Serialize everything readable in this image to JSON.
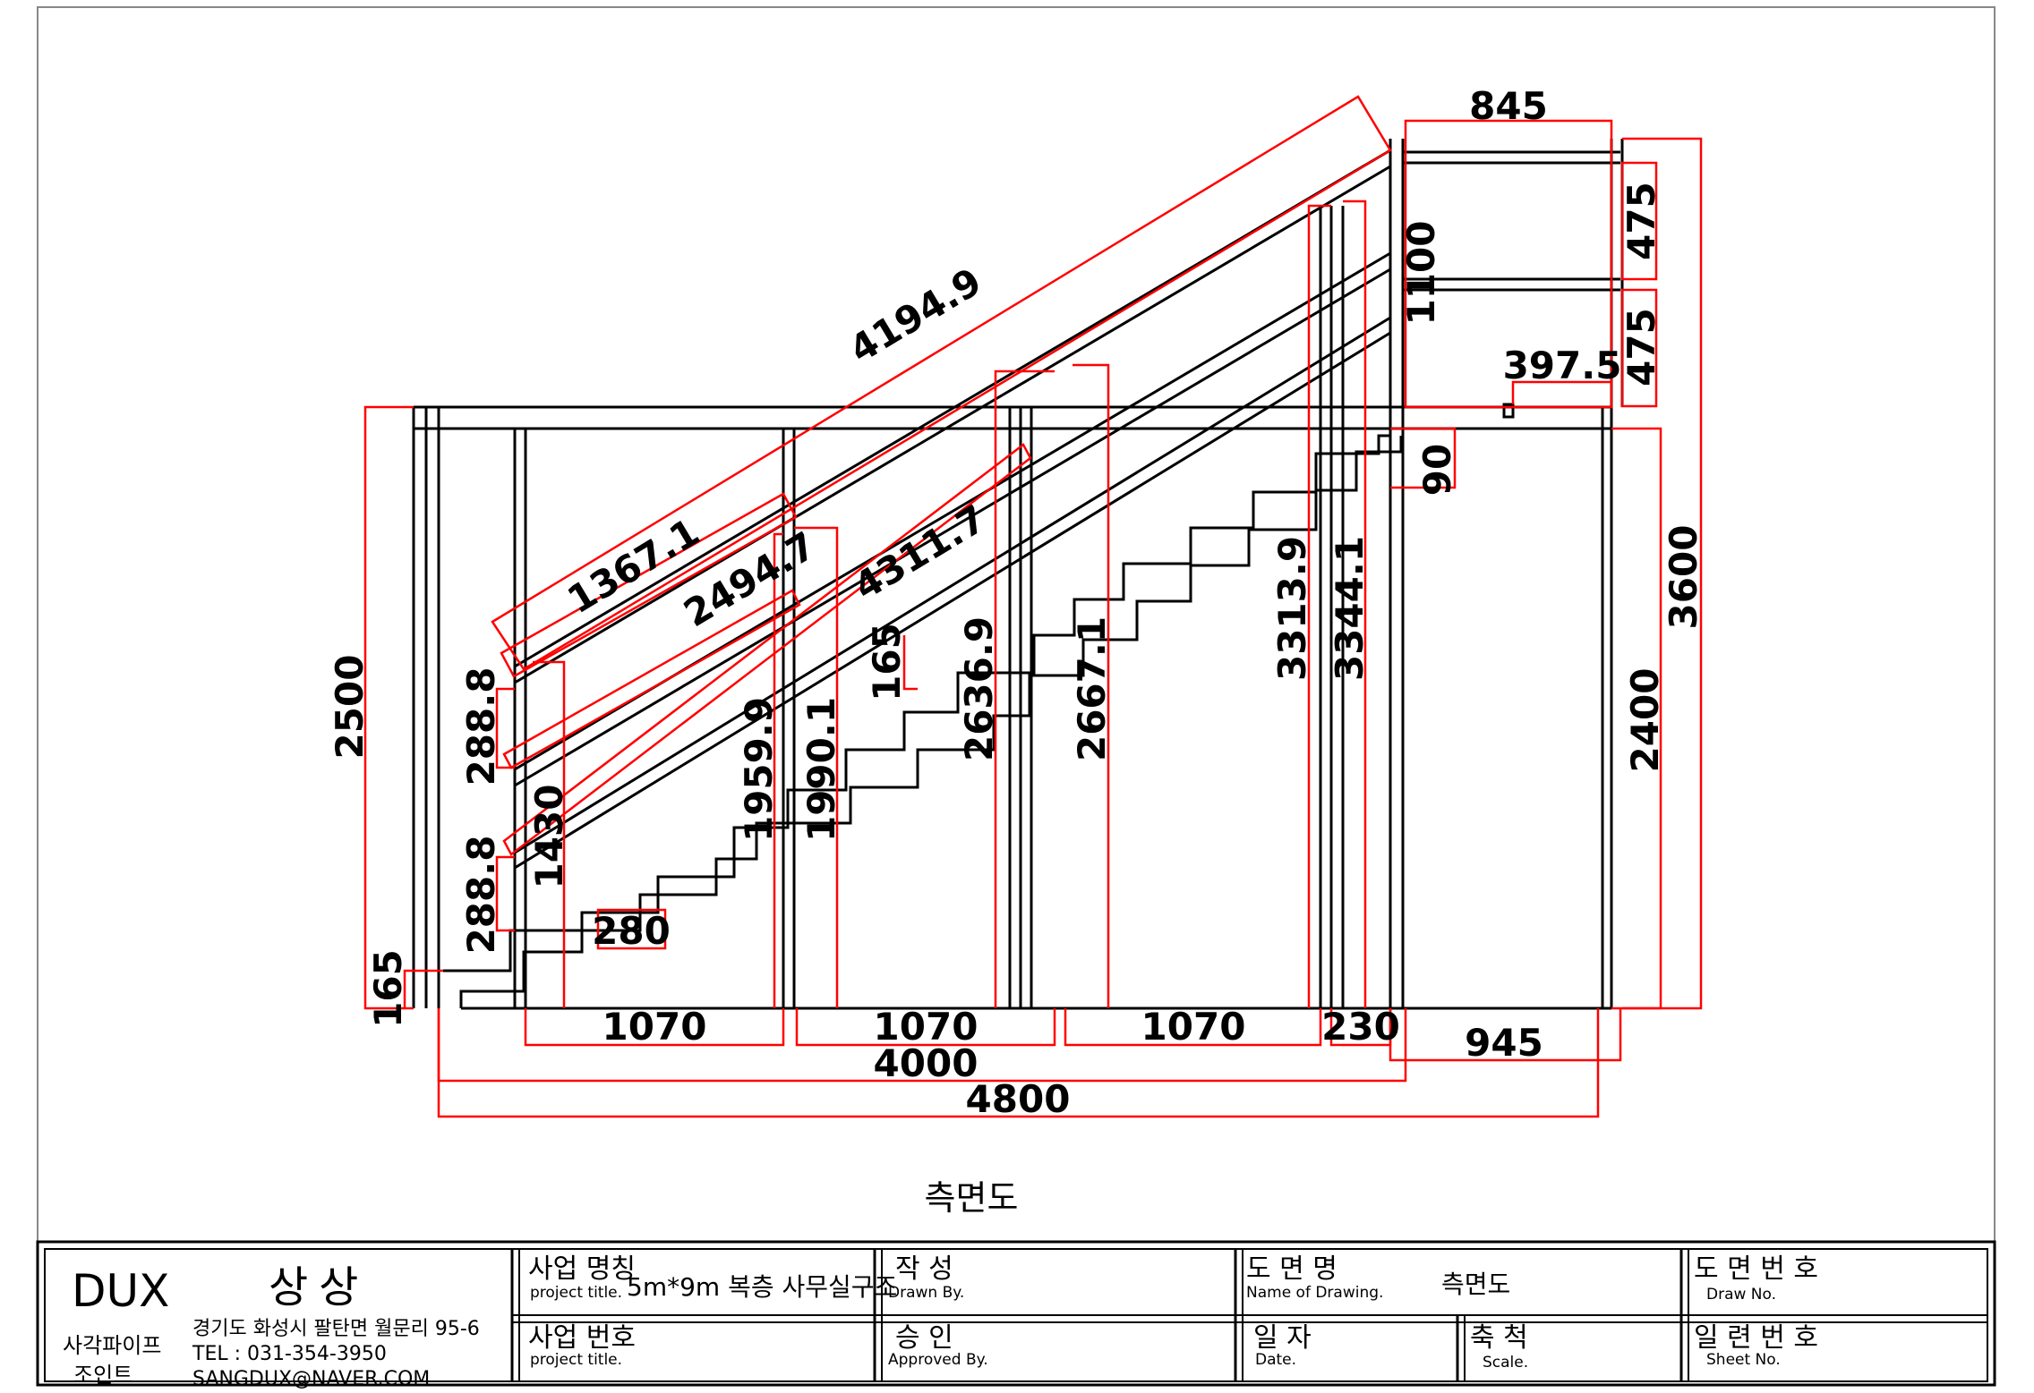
{
  "drawing": {
    "view_title": "측면도",
    "dimensions": {
      "d845": "845",
      "d475a": "475",
      "d475b": "475",
      "d1100": "1100",
      "d397": "397.5",
      "d4194": "4194.9",
      "d1367": "1367.1",
      "d2494": "2494.7",
      "d4311": "4311.7",
      "d90": "90",
      "d3600": "3600",
      "d3313": "3313.9",
      "d3344": "3344.1",
      "d2667": "2667.1",
      "d2636": "2636.9",
      "d165mid": "165",
      "d1990": "1990.1",
      "d1959": "1959.9",
      "d1430": "1430",
      "d288a": "288.8",
      "d288b": "288.8",
      "d2500": "2500",
      "d165left": "165",
      "d280": "280",
      "d2400": "2400",
      "d1070a": "1070",
      "d1070b": "1070",
      "d1070c": "1070",
      "d230": "230",
      "d945": "945",
      "d4000": "4000",
      "d4800": "4800"
    }
  },
  "title_block": {
    "brand": "DUX",
    "brand_ko": "상상",
    "company_line1": "사각파이프",
    "company_line2": "조인트",
    "address": "경기도 화성시 팔탄면 월문리 95-6",
    "tel": "TEL : 031-354-3950",
    "email": "SANGDUX@NAVER.COM",
    "project_title_ko": "사업 명칭",
    "project_title_en": "project title.",
    "project_title_value": "5m*9m 복층 사무실구조",
    "project_no_ko": "사업 번호",
    "project_no_en": "project title.",
    "drawn_by_ko": "작 성",
    "drawn_by_en": "Drawn By.",
    "approved_by_ko": "승 인",
    "approved_by_en": "Approved By.",
    "drawing_name_ko": "도 면 명",
    "drawing_name_en": "Name of Drawing.",
    "drawing_name_value": "측면도",
    "date_ko": "일 자",
    "date_en": "Date.",
    "scale_ko": "축 척",
    "scale_en": "Scale.",
    "draw_no_ko": "도 면 번 호",
    "draw_no_en": "Draw No.",
    "sheet_no_ko": "일 련 번 호",
    "sheet_no_en": "Sheet No."
  }
}
